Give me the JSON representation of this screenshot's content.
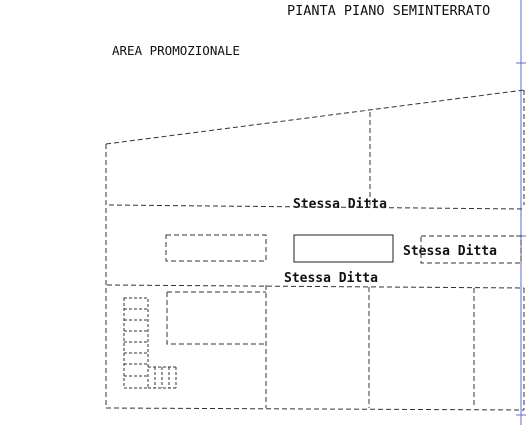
{
  "plan": {
    "title": "PIANTA PIANO SEMINTERRATO",
    "area_label": "AREA PROMOZIONALE",
    "tenant_labels": [
      "Stessa Ditta",
      "Stessa Ditta",
      "Stessa Ditta"
    ]
  }
}
